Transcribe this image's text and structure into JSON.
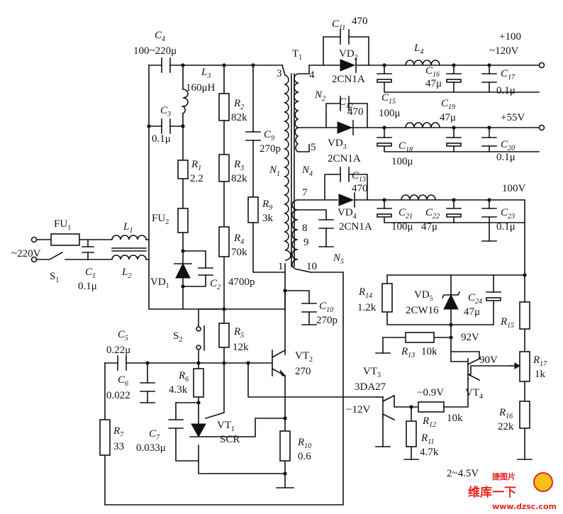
{
  "labels": {
    "c11": "C",
    "c11_sub": "11",
    "c11_val": "470",
    "out1_a": "+100",
    "out1_b": "~120V",
    "t1": "T",
    "t1_sub": "1",
    "vd2": "VD",
    "vd2_sub": "2",
    "vd2_type": "2CN1A",
    "l4": "L",
    "l4_sub": "4",
    "c16": "C",
    "c16_sub": "16",
    "c16_val": "47μ",
    "c17": "C",
    "c17_sub": "17",
    "c17_val": "0.1μ",
    "c15": "C",
    "c15_sub": "15",
    "c15_val": "100μ",
    "n2": "N",
    "n2_sub": "2",
    "c12": "C",
    "c12_sub": "12",
    "c12_val": "470",
    "c19": "C",
    "c19_sub": "19",
    "c19_val": "47μ",
    "out2": "+55V",
    "vd3": "VD",
    "vd3_sub": "3",
    "vd3_type": "2CN1A",
    "c18": "C",
    "c18_sub": "18",
    "c18_val": "100μ",
    "c20": "C",
    "c20_sub": "20",
    "c20_val": "0.1μ",
    "n4": "N",
    "n4_sub": "4",
    "c13": "C",
    "c13_sub": "13",
    "c13_val": "470",
    "out3": "100V",
    "vd4": "VD",
    "vd4_sub": "4",
    "vd4_type": "2CN1A",
    "c21": "C",
    "c21_sub": "21",
    "c21_val": "100μ",
    "c22": "C",
    "c22_sub": "22",
    "c22_val": "47μ",
    "c23": "C",
    "c23_sub": "23",
    "c23_val": "0.1μ",
    "n5": "N",
    "n5_sub": "5",
    "pin3": "3",
    "pin4": "4",
    "pin5": "5",
    "pin7": "7",
    "pin8": "8",
    "pin9": "9",
    "pin10": "10",
    "pin1": "1",
    "c4": "C",
    "c4_sub": "4",
    "c4_val": "100~220μ",
    "l3": "L",
    "l3_sub": "3",
    "l3_val": "160μH",
    "c3": "C",
    "c3_sub": "3",
    "c3_val": "0.1μ",
    "r1": "R",
    "r1_sub": "1",
    "r1_val": "2.2",
    "fu2": "FU",
    "fu2_sub": "2",
    "vd1": "VD",
    "vd1_sub": "1",
    "c2": "C",
    "c2_sub": "2",
    "c2_val": "4700p",
    "r2": "R",
    "r2_sub": "2",
    "r2_val": "82k",
    "r3": "R",
    "r3_sub": "3",
    "r3_val": "82k",
    "r4": "R",
    "r4_sub": "4",
    "r4_val": "70k",
    "c9": "C",
    "c9_sub": "9",
    "c9_val": "270p",
    "n1": "N",
    "n1_sub": "1",
    "r9": "R",
    "r9_sub": "9",
    "r9_val": "3k",
    "fu1": "FU",
    "fu1_sub": "1",
    "l1": "L",
    "l1_sub": "1",
    "l2": "L",
    "l2_sub": "2",
    "mains": "~220V",
    "s1": "S",
    "s1_sub": "1",
    "c1": "C",
    "c1_sub": "1",
    "c1_val": "0.1μ",
    "c10": "C",
    "c10_sub": "10",
    "c10_val": "270p",
    "s2": "S",
    "s2_sub": "2",
    "r5": "R",
    "r5_sub": "5",
    "r5_val": "12k",
    "c5": "C",
    "c5_sub": "5",
    "c5_val": "0.22μ",
    "c6": "C",
    "c6_sub": "6",
    "c6_val": "0.022",
    "r6": "R",
    "r6_sub": "6",
    "r6_val": "4.3k",
    "c7": "C",
    "c7_sub": "7",
    "c7_val": "0.033μ",
    "vt1": "VT",
    "vt1_sub": "1",
    "vt1_type": "SCR",
    "r7": "R",
    "r7_sub": "7",
    "r7_val": "33",
    "vt2": "VT",
    "vt2_sub": "2",
    "vt2_val": "270",
    "r10": "R",
    "r10_sub": "10",
    "r10_val": "0.6",
    "r14": "R",
    "r14_sub": "14",
    "r14_val": "1.2k",
    "vd5": "VD",
    "vd5_sub": "5",
    "vd5_type": "2CW16",
    "c24": "C",
    "c24_sub": "24",
    "c24_val": "47μ",
    "r15": "R",
    "r15_sub": "15",
    "v92": "92V",
    "r13": "R",
    "r13_sub": "13",
    "r13_val": "10k",
    "v90": "90V",
    "r17": "R",
    "r17_sub": "17",
    "r17_val": "1k",
    "vt3": "VT",
    "vt3_sub": "3",
    "vt3_type": "3DA27",
    "vt4": "VT",
    "vt4_sub": "4",
    "vm09": "−0.9V",
    "vm12": "−12V",
    "r12": "R",
    "r12_sub": "12",
    "r12_val": "10k",
    "r11": "R",
    "r11_sub": "11",
    "r11_val": "4.7k",
    "r16": "R",
    "r16_sub": "16",
    "r16_val": "22k",
    "vrange": "2~4.5V"
  },
  "watermark": {
    "line1": "维库一下",
    "line2": "www.dzsc.com",
    "badge": "捷图片",
    "color": "#e8231f"
  }
}
